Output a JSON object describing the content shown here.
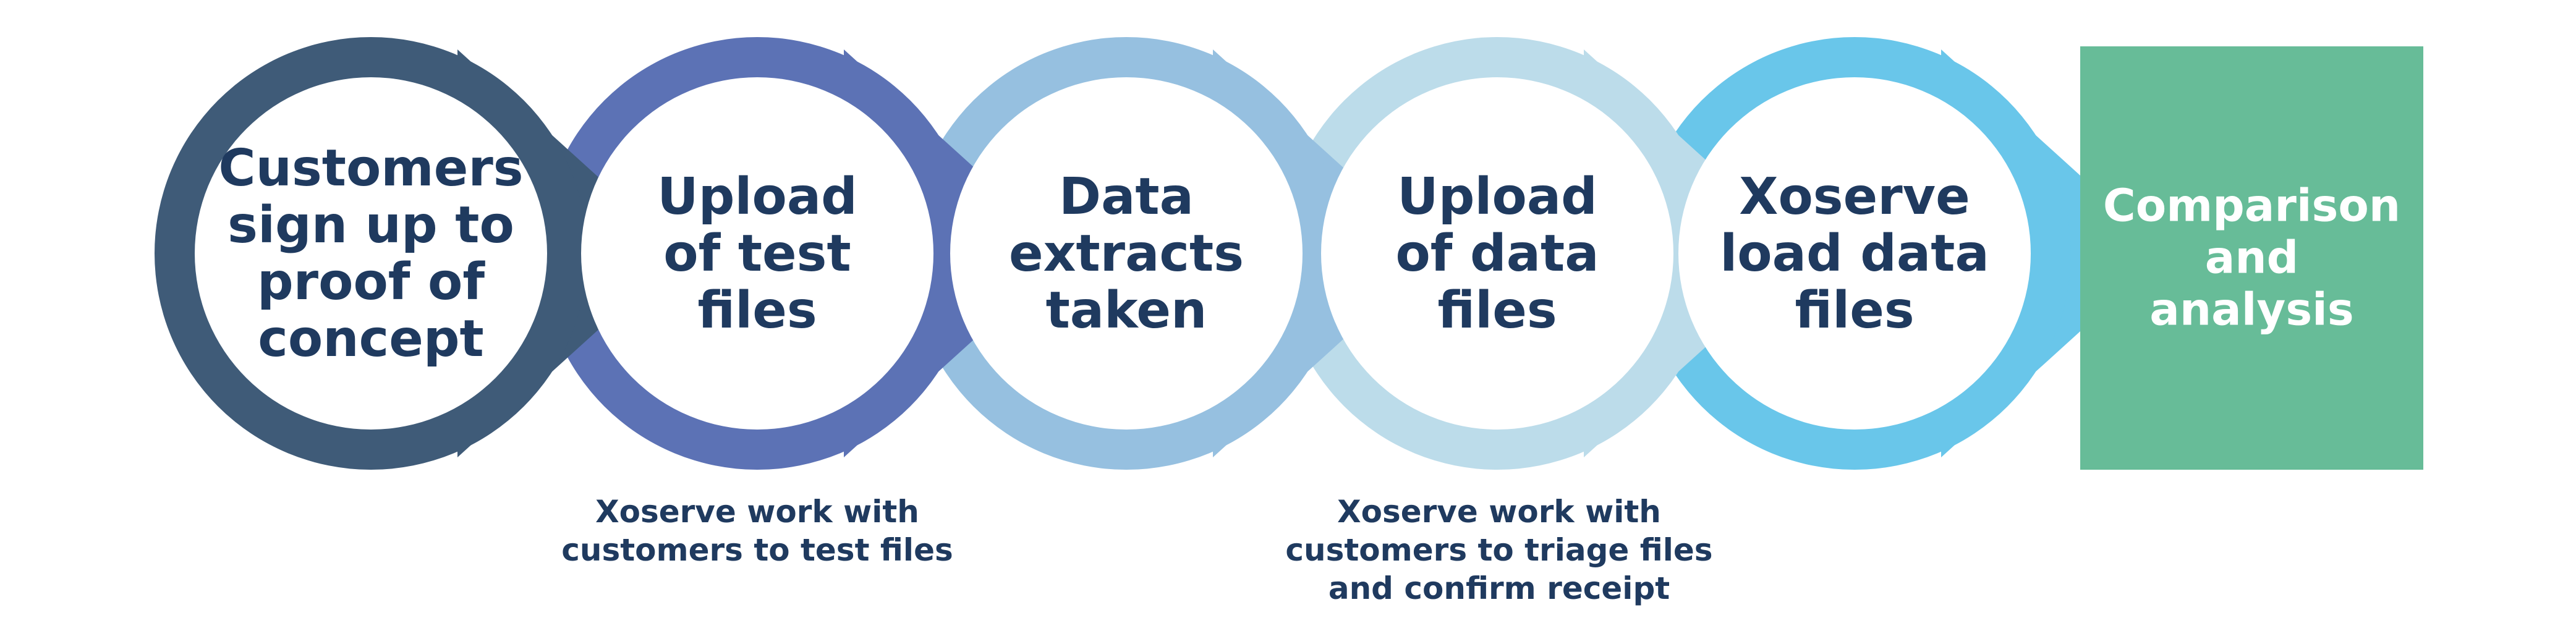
{
  "steps": [
    {
      "lines": [
        "Customers",
        "sign up to",
        "proof of",
        "concept"
      ],
      "color": "#3f5b78"
    },
    {
      "lines": [
        "Upload",
        "of test",
        "files"
      ],
      "color": "#5c72b5"
    },
    {
      "lines": [
        "Data",
        "extracts",
        "taken"
      ],
      "color": "#96c0e0"
    },
    {
      "lines": [
        "Upload",
        "of data",
        "files"
      ],
      "color": "#bcdcea"
    },
    {
      "lines": [
        "Xoserve",
        "load data",
        "files"
      ],
      "color": "#69c6ea"
    }
  ],
  "final_step": {
    "lines": [
      "Comparison",
      "and",
      "analysis"
    ],
    "color": "#67bc98"
  },
  "notes": [
    {
      "lines": [
        "Xoserve work with",
        "customers to test files"
      ]
    },
    {
      "lines": [
        "Xoserve work with",
        "customers to triage files",
        "and confirm receipt"
      ]
    }
  ],
  "colors": {
    "inner_fill": "#ffffff",
    "text_dark": "#1f3a5f",
    "text_light": "#ffffff"
  }
}
